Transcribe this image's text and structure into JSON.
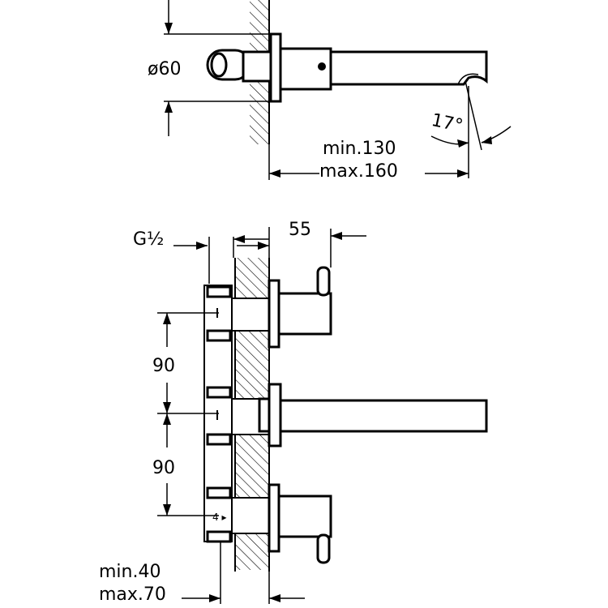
{
  "labels": {
    "diameter": "ø60",
    "angle": "17°",
    "spout_min": "min.130",
    "spout_max": "max.160",
    "thread": "G½",
    "depth": "55",
    "spacing_upper": "90",
    "spacing_lower": "90",
    "wall_min": "min.40",
    "wall_max": "max.70"
  }
}
